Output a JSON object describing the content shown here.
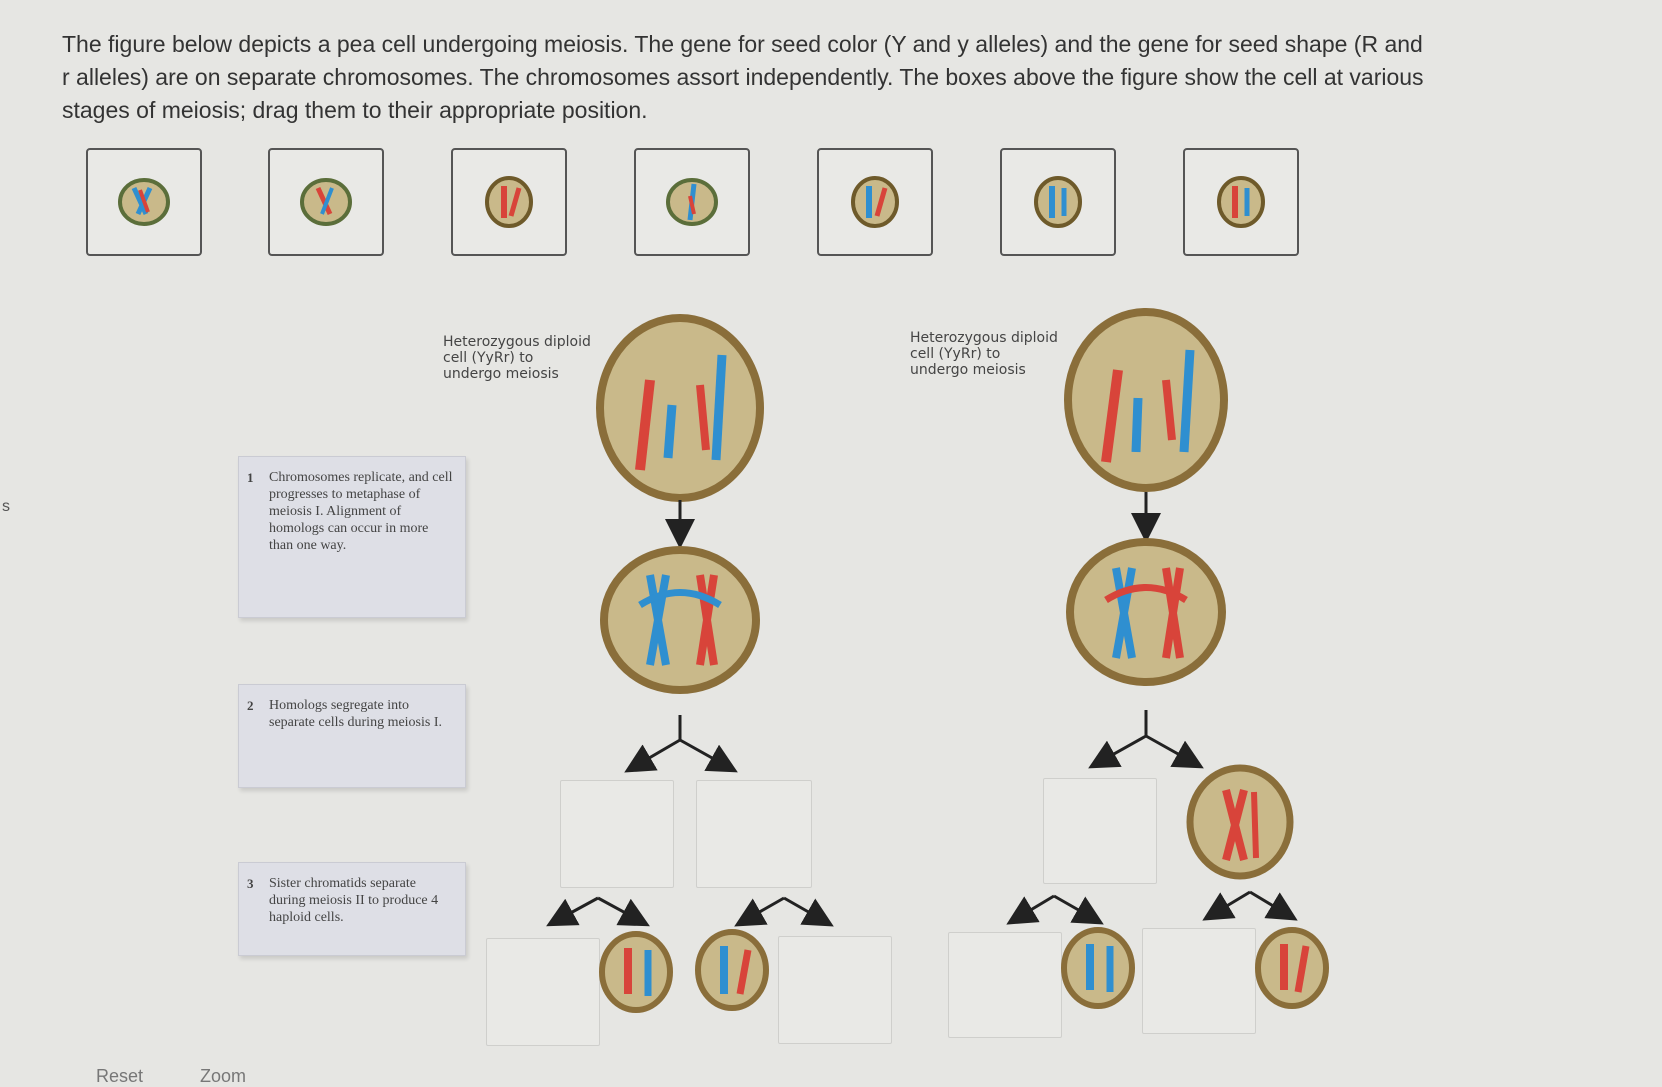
{
  "question": {
    "line1": "The figure below depicts a pea cell undergoing meiosis. The gene for seed color (Y and y alleles) and the gene for seed shape (R and",
    "line2": "r alleles) are on separate chromosomes. The chromosomes assort independently. The boxes above the figure show the cell at various",
    "line3": "stages of meiosis; drag them to their appropriate position."
  },
  "steps": [
    {
      "num": "1",
      "text": "Chromosomes replicate, and cell progresses to metaphase of meiosis I. Alignment of homologs can occur in more than one way."
    },
    {
      "num": "2",
      "text": "Homologs segregate into separate cells during meiosis I."
    },
    {
      "num": "3",
      "text": "Sister chromatids separate during meiosis II to produce 4 haploid cells."
    }
  ],
  "figure": {
    "left_label": {
      "l1": "Heterozygous diploid",
      "l2": "cell (YyRr) to",
      "l3": "undergo meiosis"
    },
    "right_label": {
      "l1": "Heterozygous diploid",
      "l2": "cell (YyRr) to",
      "l3": "undergo meiosis"
    }
  },
  "edge_char": "s",
  "buttons": {
    "reset": "Reset",
    "zoom": "Zoom"
  },
  "colors": {
    "cell_fill": "#c9b98a",
    "cell_border": "#6e5a2a",
    "chrom_red": "#d8443a",
    "chrom_blue": "#2f8fd0",
    "arrow": "#222222"
  }
}
